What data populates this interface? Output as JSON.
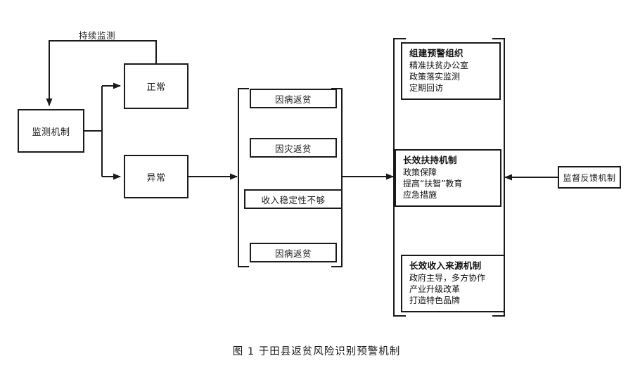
{
  "figure": {
    "caption": "图 1  于田县返贫风险识别预警机制"
  },
  "edge_labels": {
    "continuous_monitoring": "持续监测"
  },
  "nodes": {
    "monitor": "监测机制",
    "normal": "正常",
    "abnormal": "异常",
    "supervise_feedback": "监督反馈机制"
  },
  "risk_group": {
    "items": [
      "因病返贫",
      "因灾返贫",
      "收入稳定性不够",
      "因病返贫"
    ]
  },
  "mechanism_group": {
    "cards": [
      {
        "title": "组建预警组织",
        "lines": [
          "精准扶贫办公室",
          "政策落实监测",
          "定期回访"
        ]
      },
      {
        "title": "长效扶持机制",
        "lines": [
          "政策保障",
          "提高“扶智”教育",
          "应急措施"
        ]
      },
      {
        "title": "长效收入来源机制",
        "lines": [
          "政府主导，多方协作",
          "产业升级改革",
          "打造特色品牌"
        ]
      }
    ]
  },
  "style": {
    "stroke": "#1a1a1a",
    "background": "#ffffff"
  }
}
